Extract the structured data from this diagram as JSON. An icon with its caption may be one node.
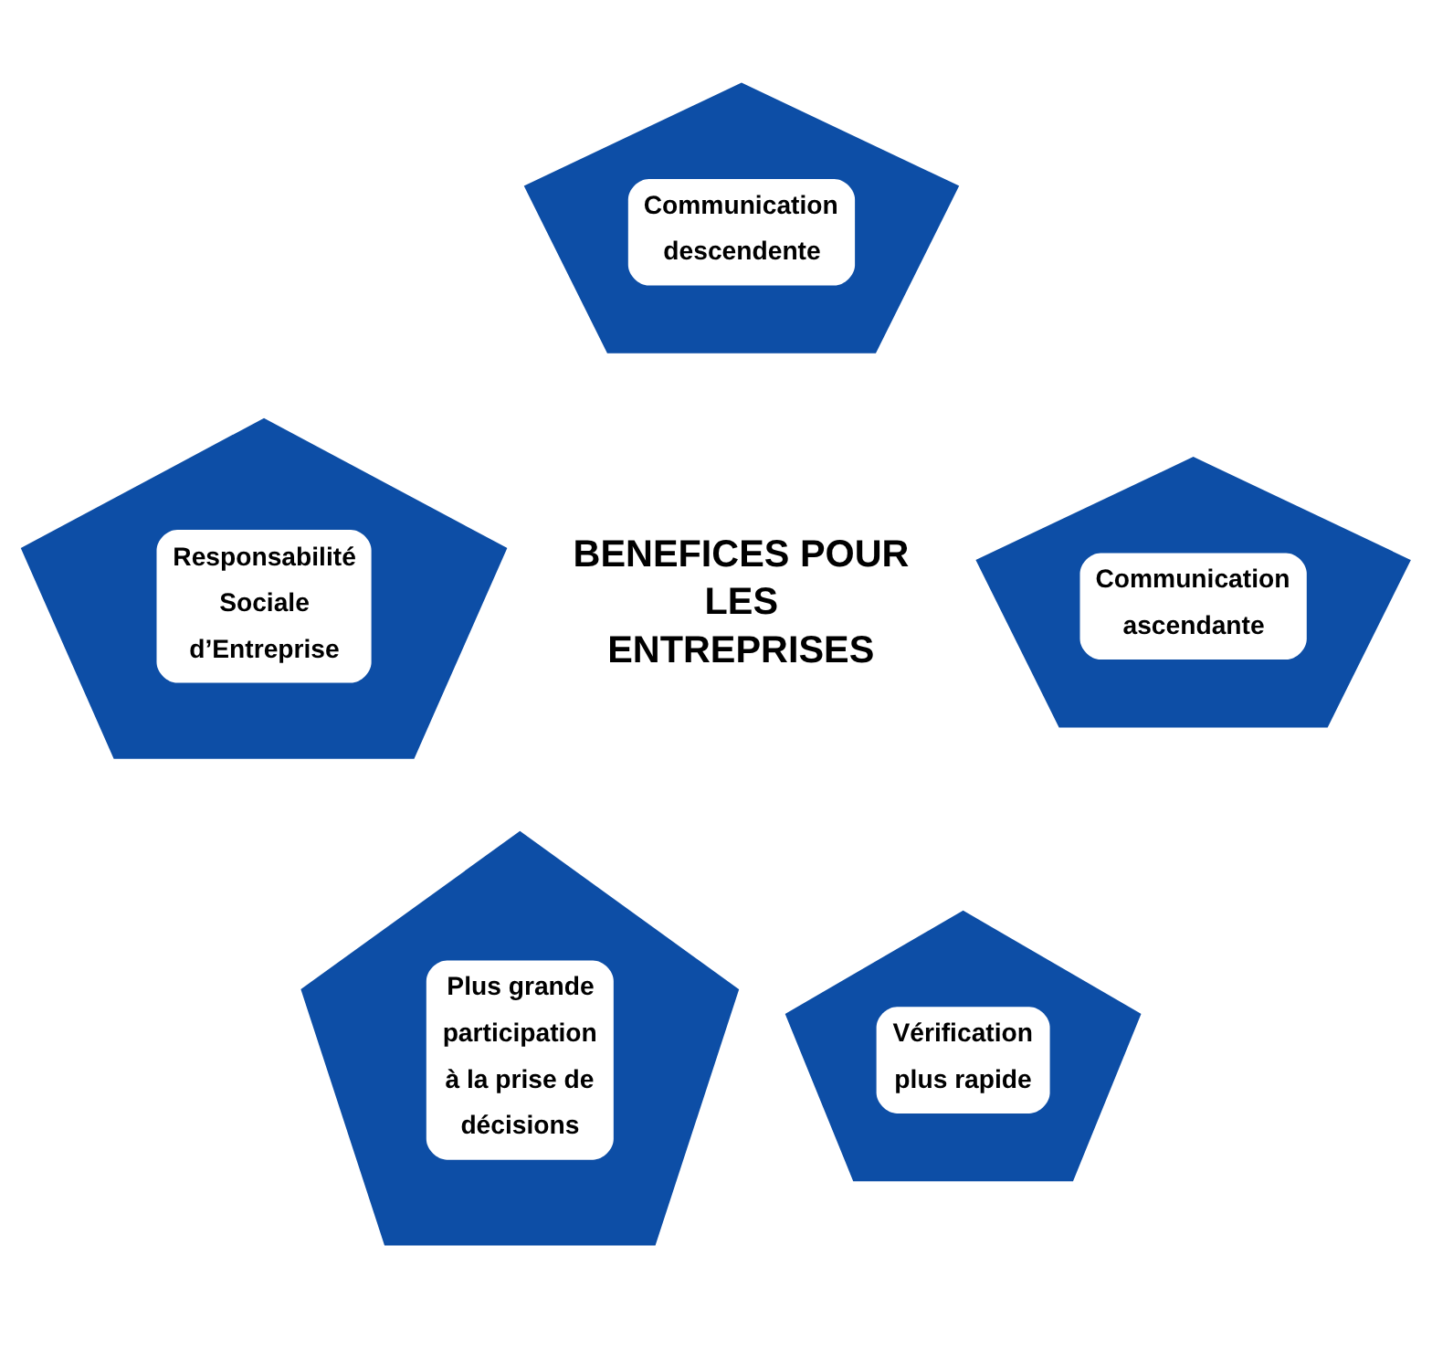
{
  "diagram": {
    "nodes": [
      {
        "text": [
          "Communication descendente"
        ]
      },
      {
        "text": [
          "Responsabilité Sociale d’Entreprise"
        ]
      },
      {
        "text": [
          "Communication ascendante"
        ]
      },
      {
        "text": [
          "Plus grande participation à la prise de décisions"
        ]
      },
      {
        "text": [
          "Vérification plus rapide"
        ]
      }
    ],
    "edges": [],
    "labels": [
      "BENEFICES POUR LES ENTREPRISES"
    ]
  }
}
